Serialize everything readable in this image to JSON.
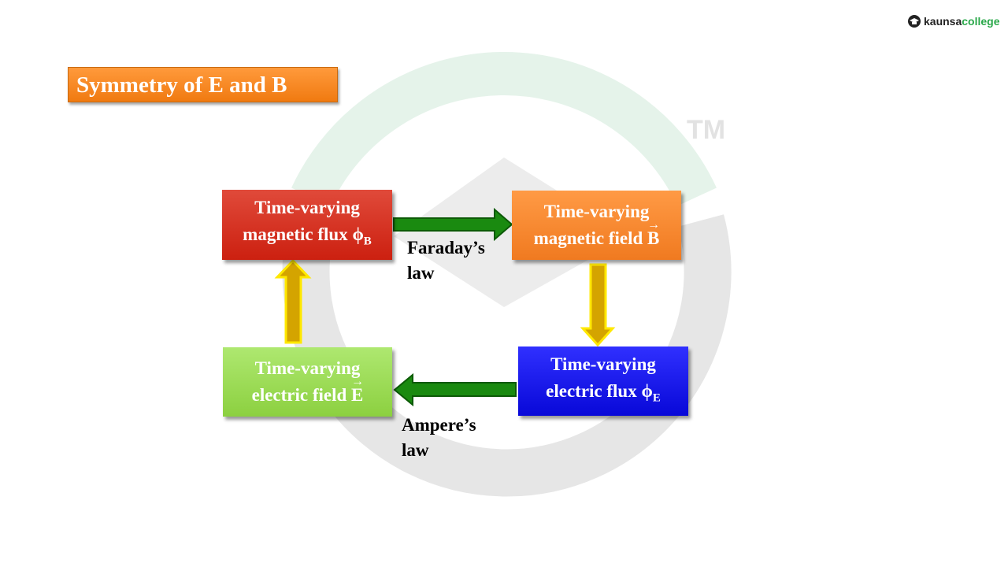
{
  "logo": {
    "brand_left": "kaunsa",
    "brand_right": "college",
    "tm": "TM"
  },
  "title": "Symmetry of E and B",
  "boxes": {
    "magnetic_flux": {
      "line1": "Time-varying",
      "line2": "magnetic flux ",
      "symbol": "ϕ",
      "sub": "B"
    },
    "magnetic_field": {
      "line1": "Time-varying",
      "line2": "magnetic field ",
      "symbol": "B"
    },
    "electric_flux": {
      "line1": "Time-varying",
      "line2": "electric flux ",
      "symbol": "ϕ",
      "sub": "E"
    },
    "electric_field": {
      "line1": "Time-varying",
      "line2": "electric field ",
      "symbol": "E"
    }
  },
  "labels": {
    "faraday_1": "Faraday’s",
    "faraday_2": "law",
    "ampere_1": "Ampere’s",
    "ampere_2": "law"
  },
  "colors": {
    "red": "#d42a18",
    "orange": "#f5842a",
    "blue": "#0a0aee",
    "green": "#9adc58",
    "arrow_green": "#1a8a10",
    "arrow_yellow": "#d4a400"
  }
}
